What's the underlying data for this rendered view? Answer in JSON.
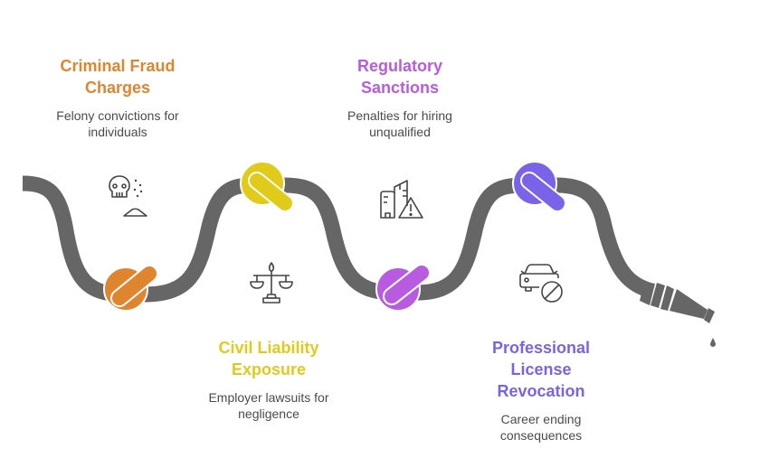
{
  "colors": {
    "hose": "#666666",
    "orange": "#E0852F",
    "yellow": "#E0CB1A",
    "magenta": "#B95BE0",
    "violet": "#7A63E8",
    "text": "#4a4a4a",
    "icon_stroke": "#444444"
  },
  "steps": [
    {
      "title_line1": "Criminal Fraud",
      "title_line2": "Charges",
      "desc_line1": "Felony convictions for",
      "desc_line2": "individuals",
      "icon": "skull-powder-icon",
      "color": "#E0852F"
    },
    {
      "title_line1": "Civil Liability",
      "title_line2": "Exposure",
      "desc_line1": "Employer lawsuits for",
      "desc_line2": "negligence",
      "icon": "scales-of-justice-icon",
      "color": "#E0CB1A"
    },
    {
      "title_line1": "Regulatory",
      "title_line2": "Sanctions",
      "desc_line1": "Penalties for hiring",
      "desc_line2": "unqualified",
      "icon": "buildings-warning-icon",
      "color": "#B95BE0"
    },
    {
      "title_line1": "Professional",
      "title_line2": "License",
      "title_line3": "Revocation",
      "desc_line1": "Career ending",
      "desc_line2": "consequences",
      "icon": "car-prohibited-icon",
      "color": "#7A63E8"
    }
  ]
}
